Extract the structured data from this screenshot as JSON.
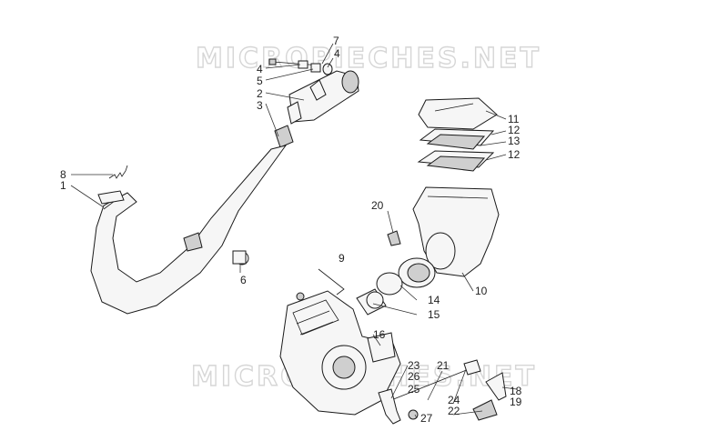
{
  "watermarks": [
    "MICROPIECHES.NET",
    "MICROPIECHES.NET"
  ],
  "callouts": [
    {
      "id": "c7",
      "label": "7"
    },
    {
      "id": "c4a",
      "label": "4"
    },
    {
      "id": "c4b",
      "label": "4"
    },
    {
      "id": "c5",
      "label": "5"
    },
    {
      "id": "c2",
      "label": "2"
    },
    {
      "id": "c3",
      "label": "3"
    },
    {
      "id": "c8",
      "label": "8"
    },
    {
      "id": "c1",
      "label": "1"
    },
    {
      "id": "c6",
      "label": "6"
    },
    {
      "id": "c11",
      "label": "11"
    },
    {
      "id": "c12a",
      "label": "12"
    },
    {
      "id": "c13",
      "label": "13"
    },
    {
      "id": "c12b",
      "label": "12"
    },
    {
      "id": "c20",
      "label": "20"
    },
    {
      "id": "c9",
      "label": "9"
    },
    {
      "id": "c10",
      "label": "10"
    },
    {
      "id": "c14",
      "label": "14"
    },
    {
      "id": "c15",
      "label": "15"
    },
    {
      "id": "c16",
      "label": "16"
    },
    {
      "id": "c23",
      "label": "23"
    },
    {
      "id": "c26",
      "label": "26"
    },
    {
      "id": "c25",
      "label": "25"
    },
    {
      "id": "c21",
      "label": "21"
    },
    {
      "id": "c27",
      "label": "27"
    },
    {
      "id": "c24",
      "label": "24"
    },
    {
      "id": "c22",
      "label": "22"
    },
    {
      "id": "c18",
      "label": "18"
    },
    {
      "id": "c19",
      "label": "19"
    }
  ]
}
